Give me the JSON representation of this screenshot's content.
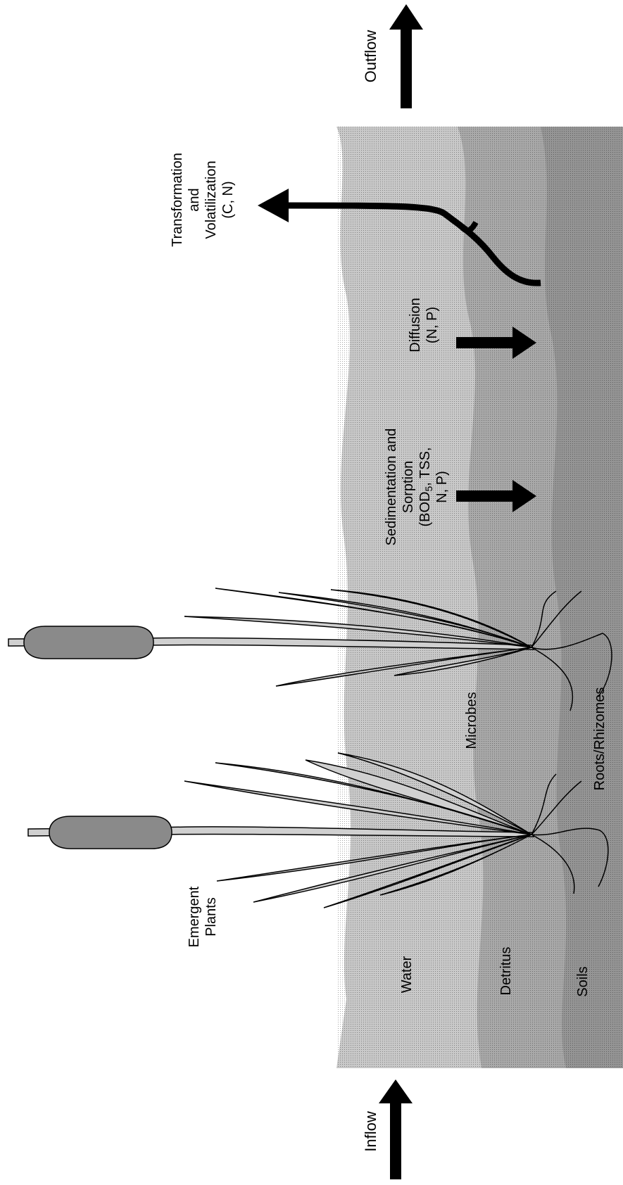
{
  "labels": {
    "inflow": "Inflow",
    "outflow": "Outflow",
    "water": "Water",
    "detritus": "Detritus",
    "soils": "Soils",
    "microbes": "Microbes",
    "roots_rhizomes": "Roots/Rhizomes",
    "emergent_plants": [
      "Emergent",
      "Plants"
    ],
    "sedimentation": {
      "lines": [
        "Sedimentation and",
        "Sorption"
      ],
      "bod": "(BOD",
      "bod_subscript": "5",
      "bod_rest": ", TSS,",
      "last_line": "N, P)"
    },
    "diffusion": [
      "Diffusion",
      "(N, P)"
    ],
    "transformation": [
      "Transformation",
      "and",
      "Volatilization",
      "(C, N)"
    ]
  },
  "colors": {
    "water": "#c9c9c9",
    "detritus": "#a9a9a9",
    "soils": "#959595",
    "plant_fill": "#d0d0d0",
    "cattail_head": "#8a8a8a",
    "arrow": "#000000"
  }
}
